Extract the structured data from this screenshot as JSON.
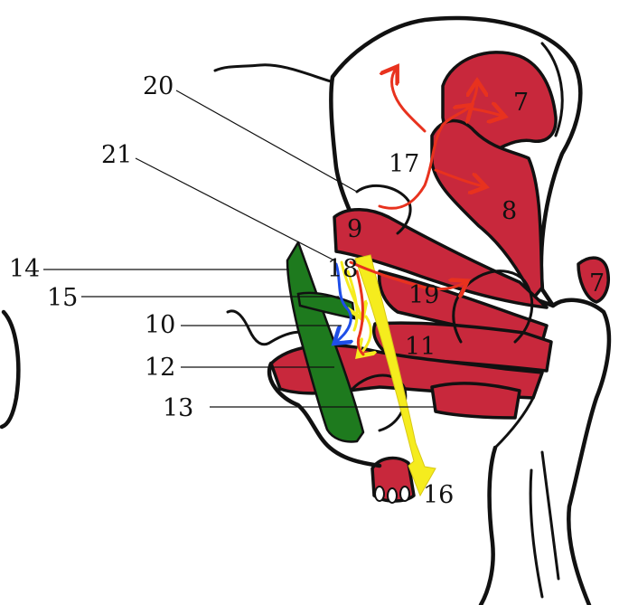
{
  "labels": {
    "l7a": "7",
    "l7b": "7",
    "l8": "8",
    "l9": "9",
    "l10": "10",
    "l11": "11",
    "l12": "12",
    "l13": "13",
    "l14": "14",
    "l15": "15",
    "l16": "16",
    "l17": "17",
    "l18": "18",
    "l19": "19",
    "l20": "20",
    "l21": "21"
  },
  "colors": {
    "muscle": "#c8283c",
    "ligament": "#1e7a1e",
    "nerve": "#f5ec1e",
    "artery": "#e8321e",
    "vein": "#1e4ee8",
    "outline": "#111111",
    "bone": "#ffffff"
  }
}
